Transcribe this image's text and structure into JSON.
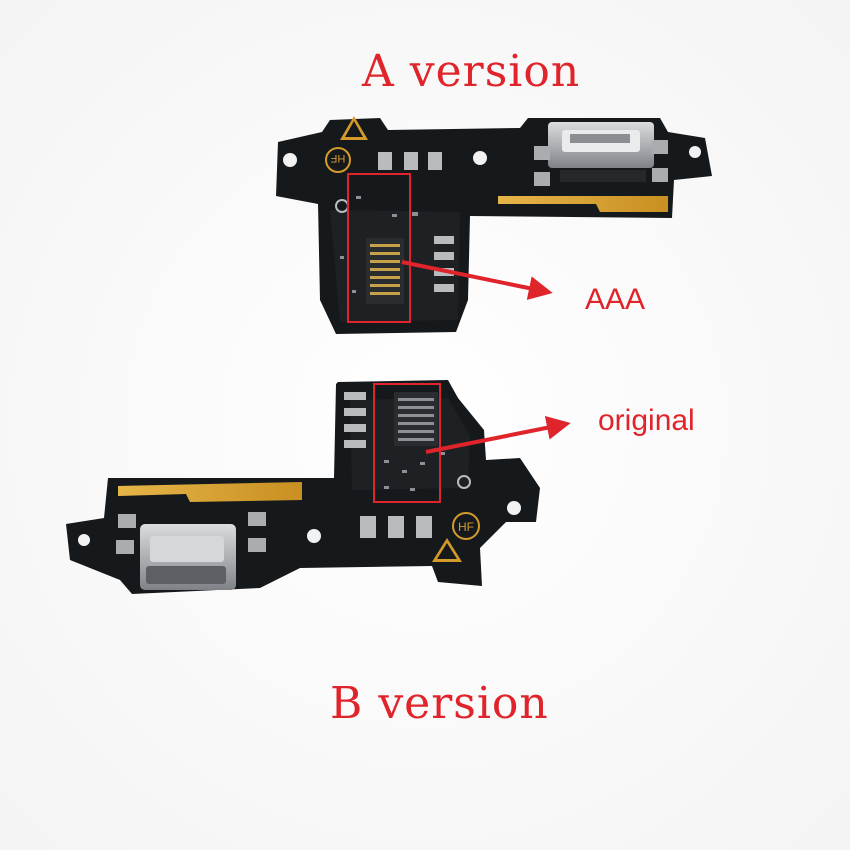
{
  "figure": {
    "title_top": "A version",
    "title_bottom": "B version",
    "callouts": {
      "aaa": "AAA",
      "original": "original"
    },
    "board_markings": {
      "hf": "HF"
    },
    "colors": {
      "annotation_red": "#e0242b",
      "pcb_black": "#16191c",
      "gold_strip": "#d9a531",
      "metal_port": "#b9bcbe"
    }
  }
}
